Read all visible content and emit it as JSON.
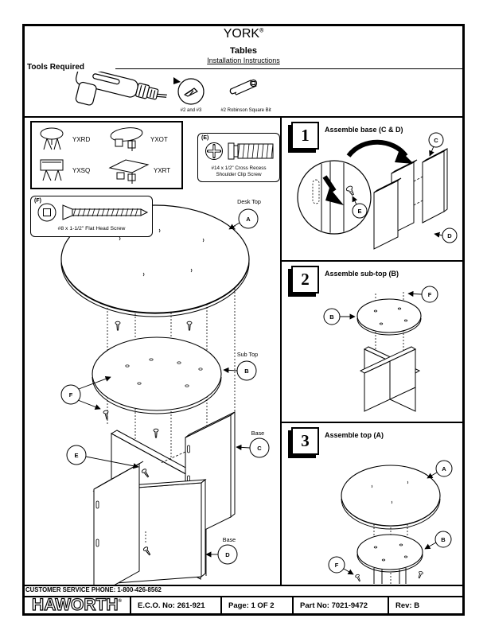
{
  "page": {
    "header": {
      "brand": "YORK",
      "reg": "®",
      "product": "Tables",
      "subtitle": "Installation Instructions"
    },
    "tools": {
      "title": "Tools Required",
      "bits_label": "#2 and #3",
      "square_bit_label": "#2 Robinson Square Bit"
    },
    "models": {
      "items": [
        {
          "code": "YXRD"
        },
        {
          "code": "YXOT"
        },
        {
          "code": "YXSQ"
        },
        {
          "code": "YXRT"
        }
      ]
    },
    "hardware": {
      "e": {
        "tag": "(E)",
        "line1": "#14 x 1/2\" Cross Recess",
        "line2": "Shoulder Clip Screw"
      },
      "f": {
        "tag": "(F)",
        "line1": "#8 x 1-1/2\" Flat Head Screw"
      }
    },
    "exploded": {
      "desk_top": {
        "label": "Desk Top",
        "key": "A"
      },
      "sub_top": {
        "label": "Sub Top",
        "key": "B"
      },
      "base_c": {
        "label": "Base",
        "key": "C"
      },
      "base_d": {
        "label": "Base",
        "key": "D"
      },
      "screw_e": {
        "key": "E"
      },
      "screw_f": {
        "key": "F"
      }
    },
    "steps": [
      {
        "num": "1",
        "title": "Assemble base (C & D)",
        "keys": {
          "c": "C",
          "d": "D",
          "e": "E"
        }
      },
      {
        "num": "2",
        "title": "Assemble sub-top (B)",
        "keys": {
          "b": "B",
          "f": "F"
        }
      },
      {
        "num": "3",
        "title": "Assemble top (A)",
        "keys": {
          "a": "A",
          "b": "B",
          "f": "F"
        }
      }
    ],
    "footer": {
      "phone": "CUSTOMER SERVICE PHONE: 1-800-426-8562",
      "brand": "HAWORTH",
      "brand_reg": "®",
      "eco": "E.C.O. No: 261-921",
      "page": "Page: 1 OF 2",
      "part": "Part No: 7021-9472",
      "rev": "Rev: B"
    },
    "colors": {
      "ink": "#000000",
      "paper": "#ffffff"
    }
  }
}
